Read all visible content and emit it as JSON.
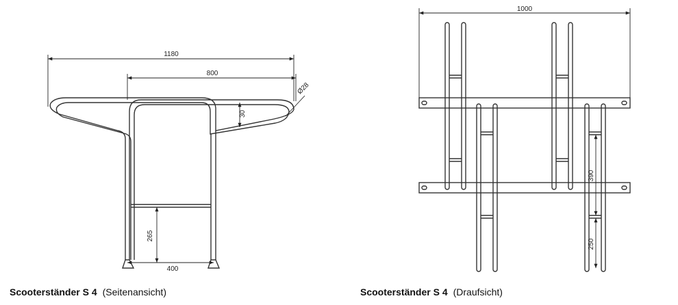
{
  "side_view": {
    "dimensions": {
      "overall_width": "1180",
      "inner_width": "800",
      "tube_diameter": "Ø28",
      "height_offset": "30",
      "crossbar_height": "265",
      "foot_width": "400"
    },
    "caption": {
      "title": "Scooterständer S 4",
      "subtitle": "(Seitenansicht)"
    }
  },
  "top_view": {
    "dimensions": {
      "overall_width": "1000",
      "spacing_upper": "390",
      "spacing_lower": "250"
    },
    "caption": {
      "title": "Scooterständer S 4",
      "subtitle": "(Draufsicht)"
    }
  }
}
